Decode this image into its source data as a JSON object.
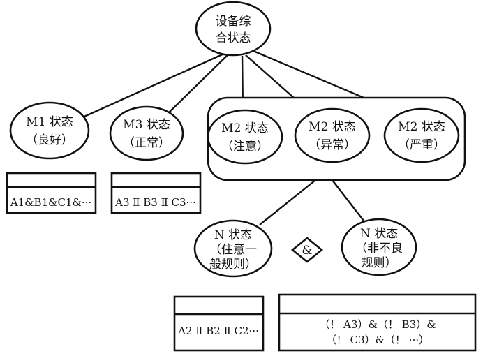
{
  "nodes": {
    "root": {
      "lines": [
        "设备综",
        "合状态"
      ]
    },
    "m1": {
      "lines": [
        "M1 状态",
        "（良好）"
      ]
    },
    "m3": {
      "lines": [
        "M3 状态",
        "（正常）"
      ]
    },
    "m2a": {
      "lines": [
        "M2 状态",
        "（注意）"
      ]
    },
    "m2b": {
      "lines": [
        "M2 状态",
        "（异常）"
      ]
    },
    "m2c": {
      "lines": [
        "M2 状态",
        "（严重）"
      ]
    },
    "n1": {
      "lines": [
        "N 状态",
        "（住意一",
        "般规则）"
      ]
    },
    "n2": {
      "lines": [
        "N 状态",
        "（非不良",
        "规则）"
      ]
    },
    "and_op": {
      "label": "&"
    }
  },
  "rules": {
    "m1_rule": {
      "lines": [
        "A1&B1&C1&···"
      ]
    },
    "m3_rule": {
      "lines": [
        "A3 Ⅱ B3 Ⅱ C3···"
      ]
    },
    "n1_rule": {
      "lines": [
        "A2 Ⅱ B2 Ⅱ C2···"
      ]
    },
    "n2_rule": {
      "lines": [
        "（！ A3）&（！ B3）&",
        "（！ C3）&（！ ···）"
      ]
    }
  },
  "colors": {
    "stroke": "#111111",
    "background": "#ffffff"
  }
}
